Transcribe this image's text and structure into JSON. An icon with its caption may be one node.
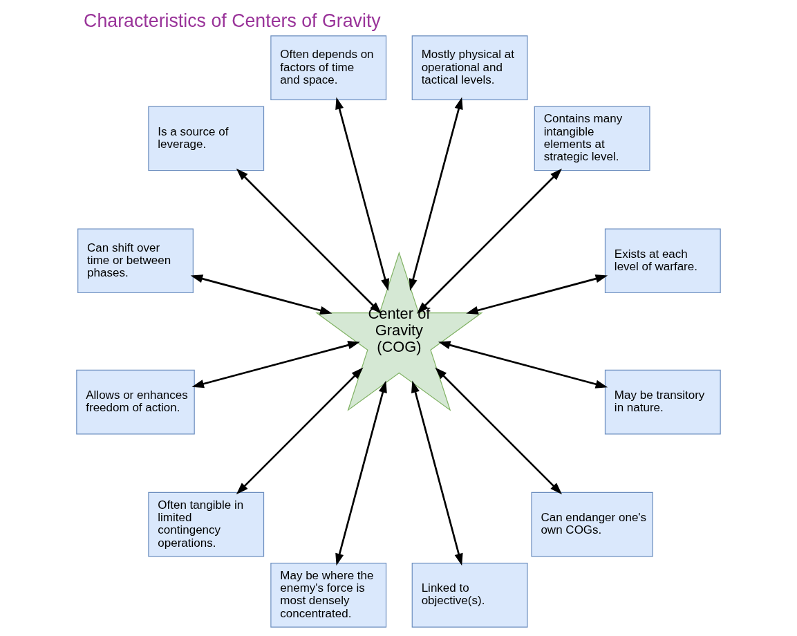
{
  "diagram": {
    "title": "Characteristics of Centers of Gravity",
    "nodes": [
      {
        "text": [
          "Exists at each level of warfare."
        ]
      },
      {
        "text": [
          "Contains many intangible elements at strategic level."
        ]
      },
      {
        "text": [
          "Mostly physical at operational and tactical levels."
        ]
      },
      {
        "text": [
          "Often depends on factors of time and space."
        ]
      },
      {
        "text": [
          "Is a source of leverage."
        ]
      },
      {
        "text": [
          "Can shift over time or between phases."
        ]
      },
      {
        "text": [
          "Center of Gravity (COG)"
        ]
      },
      {
        "text": [
          "Allows or enhances freedom of action."
        ]
      },
      {
        "text": [
          "Often tangible in limited contingency operations."
        ]
      },
      {
        "text": [
          "May be where the enemy's force is most densely concentrated."
        ]
      },
      {
        "text": [
          "Linked to objective(s)."
        ]
      },
      {
        "text": [
          "Can endanger one's own COGs."
        ]
      },
      {
        "text": [
          "May be transitory in nature."
        ]
      }
    ],
    "edges": [
      {
        "from": 6,
        "to": 0,
        "arrow": "both"
      },
      {
        "from": 6,
        "to": 2,
        "arrow": "both"
      },
      {
        "from": 6,
        "to": 4,
        "arrow": "both"
      },
      {
        "from": 6,
        "to": 7,
        "arrow": "both"
      },
      {
        "from": 6,
        "to": 9,
        "arrow": "both"
      },
      {
        "from": 6,
        "to": 11,
        "arrow": "both"
      },
      {
        "from": 6,
        "to": 12,
        "arrow": "both"
      },
      {
        "from": 6,
        "to": 10,
        "arrow": "both"
      },
      {
        "from": 6,
        "to": 8,
        "arrow": "both"
      },
      {
        "from": 6,
        "to": 5,
        "arrow": "both"
      },
      {
        "from": 6,
        "to": 3,
        "arrow": "both"
      },
      {
        "from": 6,
        "to": 1,
        "arrow": "both"
      }
    ]
  }
}
